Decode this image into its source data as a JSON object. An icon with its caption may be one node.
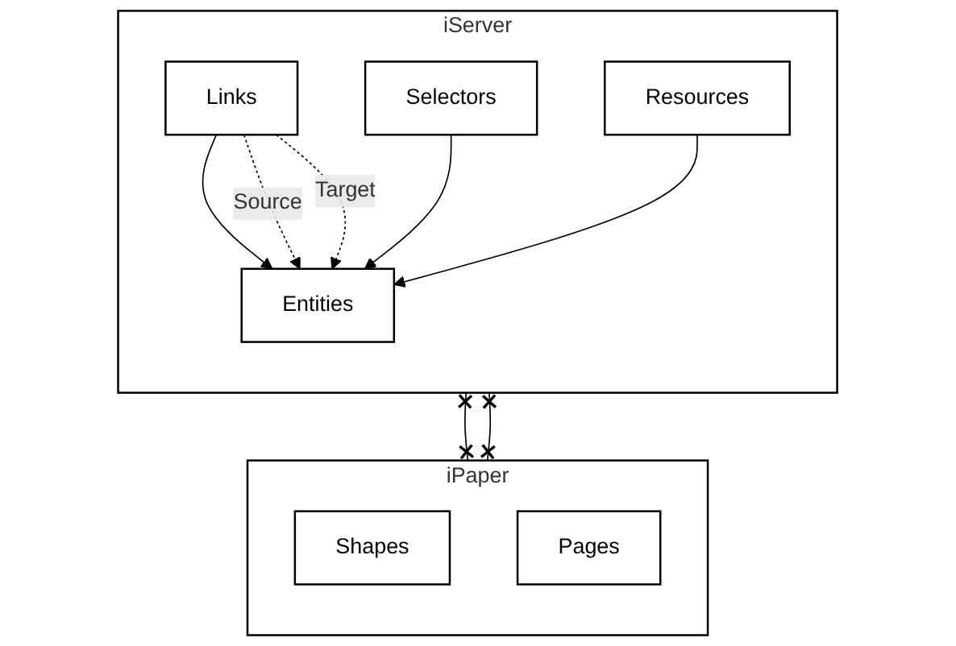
{
  "diagram": {
    "nodes": [
      {
        "text": [
          "iServer"
        ]
      },
      {
        "text": [
          "Links"
        ],
        "in": 0
      },
      {
        "text": [
          "Entities"
        ],
        "in": 0
      },
      {
        "text": [
          "Selectors"
        ],
        "in": 0
      },
      {
        "text": [
          "Resources"
        ],
        "in": 0
      },
      {
        "text": [
          "iPaper"
        ]
      },
      {
        "text": [
          "Shapes"
        ],
        "in": 5
      },
      {
        "text": [
          "Pages"
        ],
        "in": 5
      }
    ],
    "edges": [
      {
        "from": 1,
        "to": 2,
        "arrow": "to"
      },
      {
        "from": 1,
        "to": 2,
        "arrow": "to",
        "label": "Source",
        "style": "dashed"
      },
      {
        "from": 1,
        "to": 2,
        "arrow": "to",
        "label": "Target",
        "style": "dashed"
      },
      {
        "from": 3,
        "to": 2,
        "arrow": "to"
      },
      {
        "from": 4,
        "to": 2,
        "arrow": "to"
      },
      {
        "from": 0,
        "to": 5,
        "arrow": "other"
      },
      {
        "from": 0,
        "to": 5,
        "arrow": "other"
      }
    ]
  }
}
